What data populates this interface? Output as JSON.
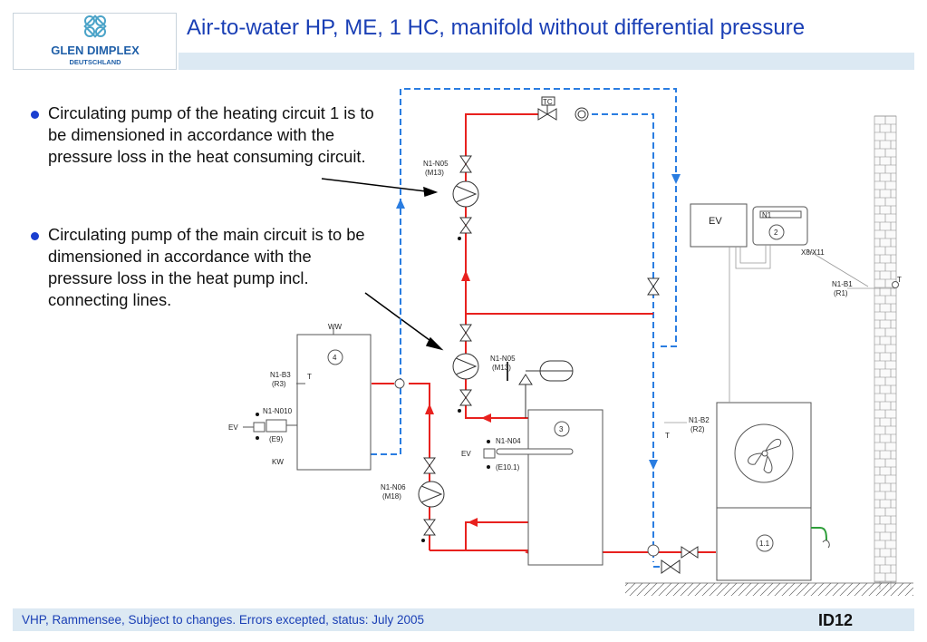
{
  "header": {
    "title": "Air-to-water HP, ME, 1 HC, manifold without differential pressure",
    "logo_line1": "GLEN DIMPLEX",
    "logo_line2": "DEUTSCHLAND"
  },
  "bullets": [
    "Circulating pump of the heating circuit 1 is to be dimensioned in accordance with the pressure loss in the heat consuming circuit.",
    "Circulating pump of the main circuit is to be dimensioned in accordance with the pressure loss in the heat pump incl. connecting lines."
  ],
  "diagram": {
    "labels": {
      "tc": "TC",
      "pump_top_1": "N1-N05",
      "pump_top_2": "(M13)",
      "pump_mid_1": "N1-N05",
      "pump_mid_2": "(M13)",
      "pump_bot_1": "N1-N06",
      "pump_bot_2": "(M18)",
      "ww": "WW",
      "kw": "KW",
      "tank4": "4",
      "tank3": "3",
      "hp": "1.1",
      "ctrl": "2",
      "n1": "N1",
      "ev_box": "EV",
      "ev_left": "EV",
      "ev_mid": "EV",
      "b3_1": "N1-B3",
      "b3_2": "(R3)",
      "t_b3": "T",
      "n010_1": "N1-N010",
      "n010_2": "(E9)",
      "n04_1": "N1-N04",
      "n04_2": "(E10.1)",
      "b2_1": "N1-B2",
      "b2_2": "(R2)",
      "t_b2": "T",
      "b1_1": "N1-B1",
      "b1_2": "(R1)",
      "t_b1": "T",
      "x8": "X8/X11"
    }
  },
  "footer": {
    "text": "VHP, Rammensee, Subject to changes. Errors excepted, status: July 2005",
    "id": "ID12"
  },
  "colors": {
    "title": "#1a3fb5",
    "supply": "#e8211e",
    "return": "#2a7de1",
    "footer_bg": "#dce9f3"
  }
}
